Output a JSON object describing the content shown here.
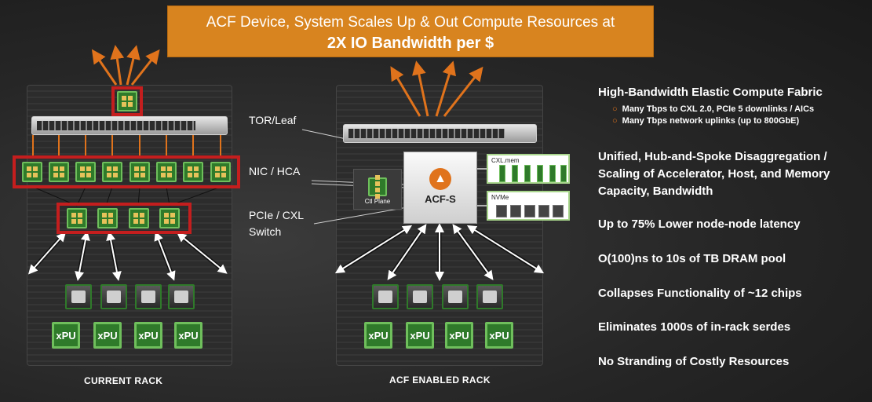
{
  "banner": {
    "line1": "ACF Device, System Scales Up & Out Compute Resources at",
    "line2": "2X IO Bandwidth per $"
  },
  "diagram_labels": {
    "tor_leaf": "TOR/Leaf",
    "nic_hca": "NIC / HCA",
    "pcie_cxl_line1": "PCIe / CXL",
    "pcie_cxl_line2": "Switch",
    "ctl_plane": "Ctl Plane",
    "acf_s": "ACF-S",
    "cxl_mem": "CXL.mem",
    "nvme": "NVMe",
    "xpu": "xPU",
    "current_rack": "CURRENT RACK",
    "acf_rack": "ACF ENABLED RACK"
  },
  "right_panel": {
    "heading1": "High-Bandwidth Elastic Compute Fabric",
    "sub_items": [
      "Many Tbps to CXL 2.0, PCIe 5 downlinks / AICs",
      "Many Tbps network uplinks (up to 800GbE)"
    ],
    "heading2_line1": "Unified, Hub-and-Spoke Disaggregation /",
    "heading2_line2": "Scaling of Accelerator, Host, and Memory",
    "heading2_line3": "Capacity, Bandwidth",
    "points": [
      "Up to 75% Lower node-node latency",
      "O(100)ns to 10s of TB DRAM pool",
      "Collapses Functionality of ~12 chips",
      "Eliminates 1000s of in-rack serdes",
      "No Stranding of Costly Resources"
    ]
  },
  "colors": {
    "banner": "#d8841f",
    "highlight_red": "#c41e1e",
    "chip_green": "#2f7a2a",
    "arrow_orange": "#e0731c",
    "bullet_orange": "#e0731c"
  }
}
